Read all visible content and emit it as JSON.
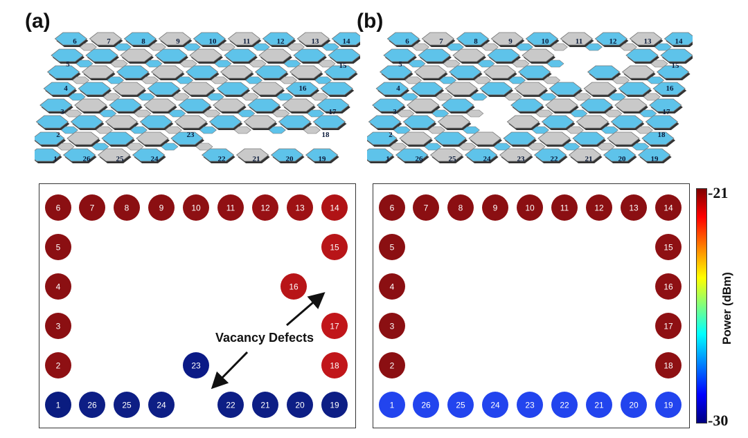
{
  "panels": [
    {
      "label": "(a)"
    },
    {
      "label": "(b)"
    }
  ],
  "lattice": {
    "a": {
      "edge_labels": [
        "6",
        "7",
        "8",
        "9",
        "10",
        "11",
        "12",
        "13",
        "14",
        "5",
        "15",
        "4",
        "16",
        "3",
        "17",
        "2",
        "23",
        "18",
        "1",
        "26",
        "25",
        "24",
        "22",
        "21",
        "20",
        "19"
      ]
    },
    "b": {
      "edge_labels": [
        "6",
        "7",
        "8",
        "9",
        "10",
        "11",
        "12",
        "13",
        "14",
        "5",
        "15",
        "4",
        "16",
        "3",
        "17",
        "2",
        "18",
        "1",
        "26",
        "25",
        "24",
        "23",
        "22",
        "21",
        "20",
        "19"
      ]
    }
  },
  "maps": {
    "a": {
      "ports": [
        {
          "id": "6",
          "color": "#8b0f12"
        },
        {
          "id": "7",
          "color": "#8b0f12"
        },
        {
          "id": "8",
          "color": "#8b0f12"
        },
        {
          "id": "9",
          "color": "#8b0f12"
        },
        {
          "id": "10",
          "color": "#8e1013"
        },
        {
          "id": "11",
          "color": "#901013"
        },
        {
          "id": "12",
          "color": "#981114"
        },
        {
          "id": "13",
          "color": "#9e1214"
        },
        {
          "id": "14",
          "color": "#b01316"
        },
        {
          "id": "5",
          "color": "#8b0f12"
        },
        {
          "id": "15",
          "color": "#b81518"
        },
        {
          "id": "4",
          "color": "#8b0f12"
        },
        {
          "id": "16",
          "color": "#b81518"
        },
        {
          "id": "3",
          "color": "#8b0f12"
        },
        {
          "id": "17",
          "color": "#c1161a"
        },
        {
          "id": "2",
          "color": "#8e1013"
        },
        {
          "id": "23",
          "color": "#0b1a86"
        },
        {
          "id": "18",
          "color": "#c1161a"
        },
        {
          "id": "1",
          "color": "#0a1c80"
        },
        {
          "id": "26",
          "color": "#0d1e85"
        },
        {
          "id": "25",
          "color": "#0d1e85"
        },
        {
          "id": "24",
          "color": "#0d1e85"
        },
        {
          "id": "22",
          "color": "#0d1e85"
        },
        {
          "id": "21",
          "color": "#0d1e85"
        },
        {
          "id": "20",
          "color": "#0d1e85"
        },
        {
          "id": "19",
          "color": "#0d1e85"
        }
      ],
      "annotation": "Vacancy Defects"
    },
    "b": {
      "ports": [
        {
          "id": "6",
          "color": "#8b0f12"
        },
        {
          "id": "7",
          "color": "#8b0f12"
        },
        {
          "id": "8",
          "color": "#8b0f12"
        },
        {
          "id": "9",
          "color": "#8b0f12"
        },
        {
          "id": "10",
          "color": "#8b0f12"
        },
        {
          "id": "11",
          "color": "#8b0f12"
        },
        {
          "id": "12",
          "color": "#8b0f12"
        },
        {
          "id": "13",
          "color": "#8b0f12"
        },
        {
          "id": "14",
          "color": "#8b0f12"
        },
        {
          "id": "5",
          "color": "#8b0f12"
        },
        {
          "id": "15",
          "color": "#8e1013"
        },
        {
          "id": "4",
          "color": "#8b0f12"
        },
        {
          "id": "16",
          "color": "#8e1013"
        },
        {
          "id": "3",
          "color": "#8b0f12"
        },
        {
          "id": "17",
          "color": "#8e1013"
        },
        {
          "id": "2",
          "color": "#8b0f12"
        },
        {
          "id": "18",
          "color": "#8e1013"
        },
        {
          "id": "1",
          "color": "#2244ee"
        },
        {
          "id": "26",
          "color": "#2244ee"
        },
        {
          "id": "25",
          "color": "#2244ee"
        },
        {
          "id": "24",
          "color": "#2244ee"
        },
        {
          "id": "23",
          "color": "#2244ee"
        },
        {
          "id": "22",
          "color": "#2244ee"
        },
        {
          "id": "21",
          "color": "#2244ee"
        },
        {
          "id": "20",
          "color": "#2244ee"
        },
        {
          "id": "19",
          "color": "#2244ee"
        }
      ]
    }
  },
  "colorbar": {
    "title": "Power (dBm)",
    "max_label": "-21",
    "min_label": "-30",
    "colors": [
      "#7f0000",
      "#ff0000",
      "#ff8c00",
      "#ffff00",
      "#7fff7f",
      "#00ffff",
      "#0080ff",
      "#0000ff",
      "#00007f"
    ]
  }
}
